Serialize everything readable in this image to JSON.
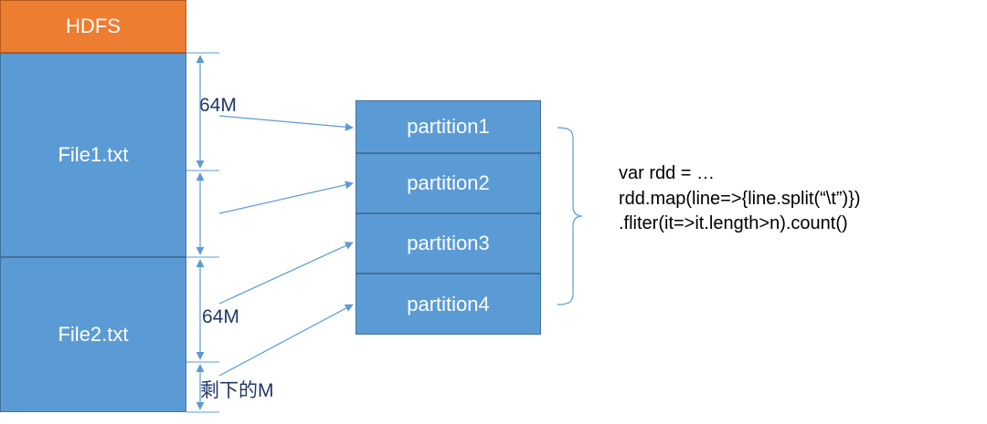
{
  "hdfs": {
    "label": "HDFS"
  },
  "files": [
    {
      "name": "File1.txt"
    },
    {
      "name": "File2.txt"
    }
  ],
  "partitions": [
    "partition1",
    "partition2",
    "partition3",
    "partition4"
  ],
  "block_sizes": [
    "64M",
    "64M",
    "剩下的M"
  ],
  "code_lines": [
    "var rdd = …",
    "rdd.map(line=>{line.split(“\\t”)})",
    ".fliter(it=>it.length>n).count()"
  ],
  "colors": {
    "hdfs": "#ED7D31",
    "block": "#5B9BD5",
    "arrow": "#5B9BD5",
    "label_text": "#1F3864"
  }
}
